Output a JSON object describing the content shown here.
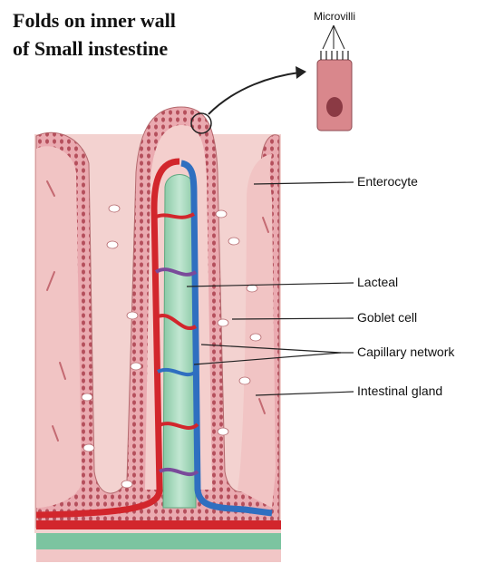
{
  "title": {
    "line1": "Folds on inner wall",
    "line2": "of Small instestine"
  },
  "labels": {
    "microvilli": "Microvilli",
    "enterocyte": "Enterocyte",
    "lacteal": "Lacteal",
    "goblet_cell": "Goblet cell",
    "capillary_network": "Capillary network",
    "intestinal_gland": "Intestinal gland"
  },
  "colors": {
    "epithelium": "#e9a8ad",
    "lamina": "#f1c6c6",
    "nucleus": "#b54f5c",
    "artery": "#d2262c",
    "vein": "#2f6fc0",
    "lacteal": "#9fd3b6",
    "cell_inset": "#d9878c"
  }
}
